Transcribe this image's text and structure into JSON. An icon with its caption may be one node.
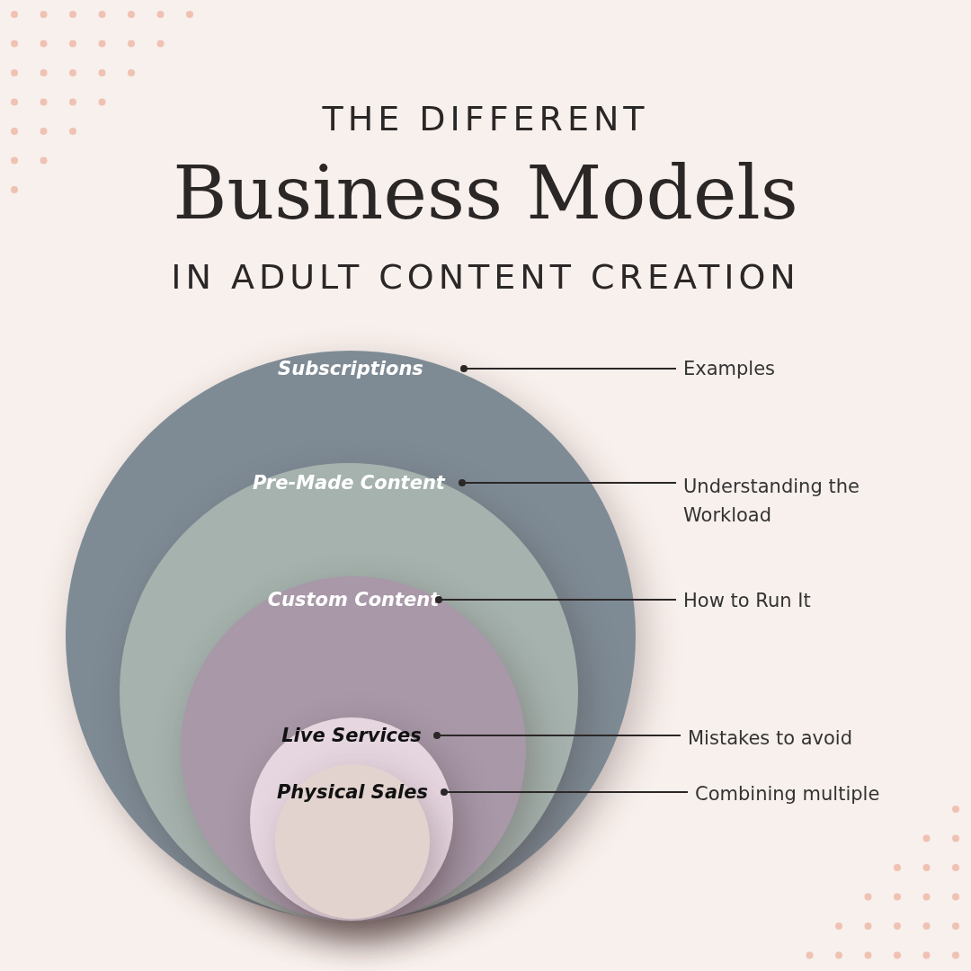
{
  "diagram": {
    "nodes": [
      {
        "text": [
          "Subscriptions"
        ]
      },
      {
        "text": [
          "Pre-Made Content"
        ],
        "in": 0
      },
      {
        "text": [
          "Custom Content"
        ],
        "in": 1
      },
      {
        "text": [
          "Live Services"
        ],
        "in": 2
      },
      {
        "text": [
          "Physical Sales"
        ],
        "in": 3
      },
      {
        "text": [
          "Examples"
        ]
      },
      {
        "text": [
          "Understanding the Workload"
        ]
      },
      {
        "text": [
          "How to Run It"
        ]
      },
      {
        "text": [
          "Mistakes to avoid"
        ]
      },
      {
        "text": [
          "Combining multiple"
        ]
      }
    ],
    "edges": [
      {
        "from": 0,
        "to": 5,
        "arrow": "other"
      },
      {
        "from": 1,
        "to": 6,
        "arrow": "other"
      },
      {
        "from": 2,
        "to": 7,
        "arrow": "other"
      },
      {
        "from": 3,
        "to": 8,
        "arrow": "other"
      },
      {
        "from": 4,
        "to": 9,
        "arrow": "other"
      }
    ],
    "labels": [
      "THE DIFFERENT",
      "Business Models",
      "IN ADULT CONTENT CREATION"
    ]
  }
}
